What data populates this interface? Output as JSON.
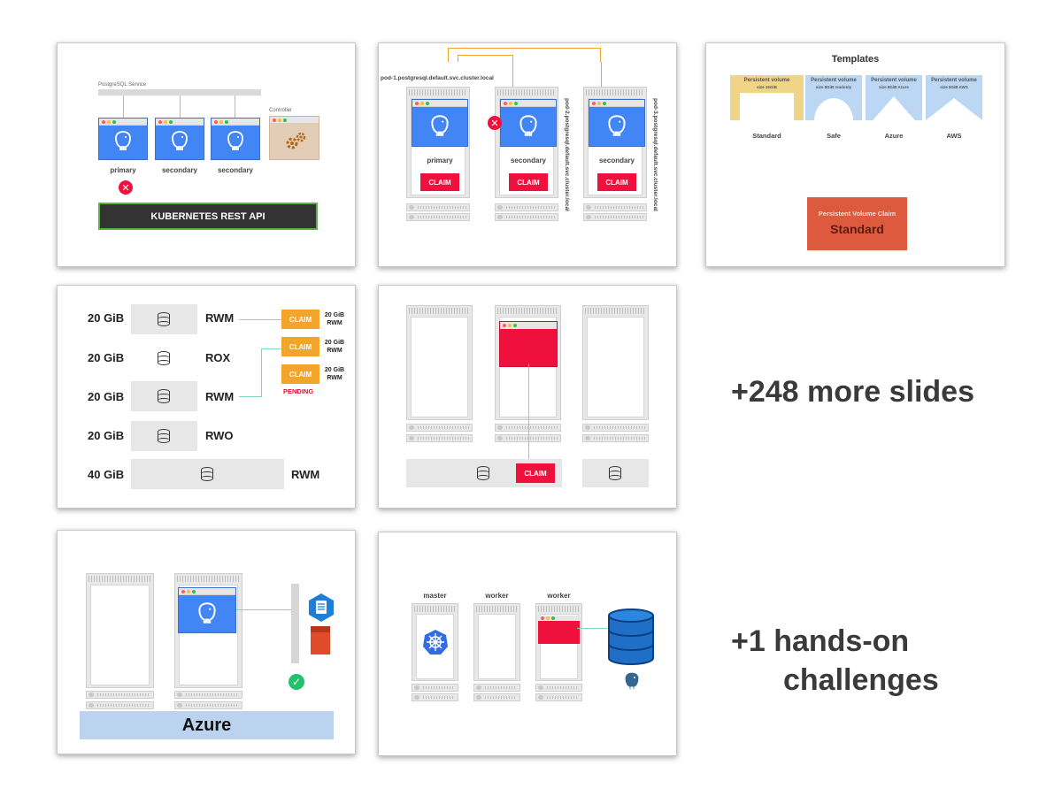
{
  "slide1": {
    "service_label": "PostgreSQL Service",
    "controller_label": "Controller",
    "pods": [
      "primary",
      "secondary",
      "secondary"
    ],
    "api_label": "KUBERNETES REST API",
    "error_icon": "x-icon",
    "gear_icon": "gears-icon"
  },
  "slide2": {
    "dns_top": "pod-1.postgresql.default.svc.cluster.local",
    "dns_2": "pod-2.postgresql.default.svc.cluster.local",
    "dns_3": "pod-3.postgresql.default.svc.cluster.local",
    "pods": [
      "primary",
      "secondary",
      "secondary"
    ],
    "claim": "CLAIM"
  },
  "slide3": {
    "title": "Templates",
    "templates": [
      {
        "name": "Persistent volume",
        "size": "size 15GiB",
        "label": "Standard"
      },
      {
        "name": "Persistent volume",
        "size": "size 8GiB readonly",
        "label": "Safe"
      },
      {
        "name": "Persistent volume",
        "size": "size 8GiB Azure",
        "label": "Azure"
      },
      {
        "name": "Persistent volume",
        "size": "size 8GiB AWS",
        "label": "AWS"
      }
    ],
    "pvc_title": "Persistent Volume Claim",
    "pvc_value": "Standard"
  },
  "slide4": {
    "rows": [
      {
        "size": "20 GiB",
        "mode": "RWM"
      },
      {
        "size": "20 GiB",
        "mode": "ROX"
      },
      {
        "size": "20 GiB",
        "mode": "RWM"
      },
      {
        "size": "20 GiB",
        "mode": "RWO"
      },
      {
        "size": "40 GiB",
        "mode": "RWM"
      }
    ],
    "claims": [
      {
        "label": "CLAIM",
        "size": "20 GiB",
        "mode": "RWM"
      },
      {
        "label": "CLAIM",
        "size": "20 GiB",
        "mode": "RWM"
      },
      {
        "label": "CLAIM",
        "size": "20 GiB",
        "mode": "RWM"
      }
    ],
    "pending": "PENDING"
  },
  "slide5": {
    "claim": "CLAIM"
  },
  "slide7": {
    "cloud": "Azure"
  },
  "slide8": {
    "nodes": [
      "master",
      "worker",
      "worker"
    ]
  },
  "more_slides": "+248 more slides",
  "hands_on_line1": "+1 hands-on",
  "hands_on_line2": "challenges",
  "colors": {
    "claim_red": "#f0103e",
    "claim_orange": "#f3a52b",
    "pod_blue": "#4285f4",
    "api_dark": "#333333"
  }
}
